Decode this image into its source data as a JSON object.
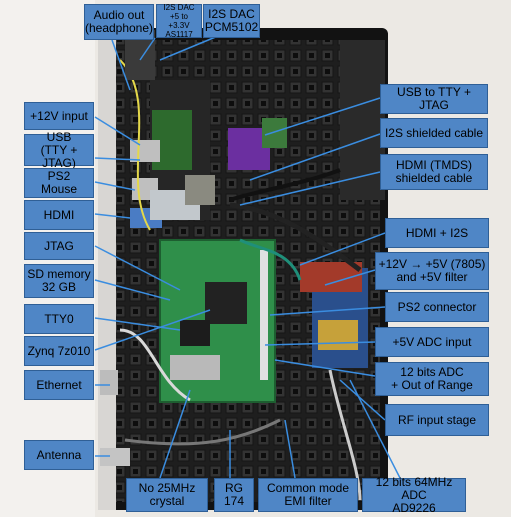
{
  "labels": {
    "audio_out": "Audio out\n(headphone)",
    "i2s_dac_reg": "I2S DAC\n+5 to +3.3V\nAS1117",
    "i2s_dac": "I2S DAC\nPCM5102",
    "plus12v_input": "+12V input",
    "usb": "USB\n(TTY + JTAG)",
    "ps2_mouse": "PS2\nMouse",
    "hdmi": "HDMI",
    "jtag": "JTAG",
    "sd_memory": "SD memory\n32 GB",
    "tty0": "TTY0",
    "zynq": "Zynq 7z010",
    "ethernet": "Ethernet",
    "antenna": "Antenna",
    "usb_to_tty": "USB to TTY + JTAG",
    "i2s_shielded": "I2S shielded cable",
    "hdmi_shielded": "HDMI (TMDS)\nshielded cable",
    "hdmi_i2s": "HDMI + I2S",
    "reg_7805": "+12V → +5V (7805)\nand +5V filter",
    "ps2_connector": "PS2 connector",
    "adc_input": "+5V ADC input",
    "adc_12bit": "12 bits ADC\n+ Out of Range",
    "rf_input": "RF input stage",
    "no_crystal": "No 25MHz\ncrystal",
    "rg174": "RG 174",
    "emi_filter": "Common mode\nEMI filter",
    "adc_ad9226": "12 bits 64MHz ADC\nAD9226"
  }
}
